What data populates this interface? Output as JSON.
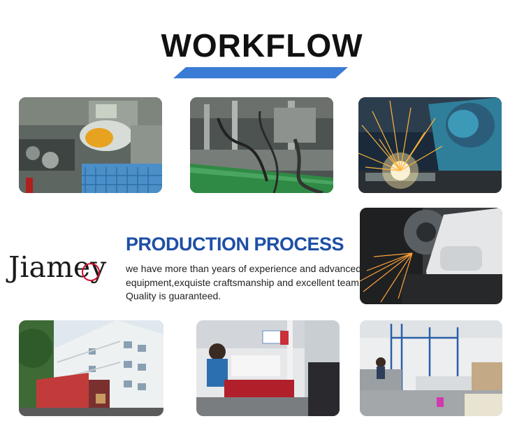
{
  "header": {
    "title": "WORKFLOW",
    "accent_color": "#3a7bd5"
  },
  "brand": {
    "logo_text": "Jiamey",
    "logo_color": "#1a1a1a",
    "logo_accent": "#c8102e"
  },
  "production": {
    "heading": "PRODUCTION PROCESS",
    "heading_color": "#1e4fa6",
    "lines": [
      "we have more than years of experience and advanced",
      "equipment,exquiste craftsmanship and excellent team.",
      "Quality is guaranteed."
    ]
  },
  "photos": [
    {
      "subject": "machining-equipment"
    },
    {
      "subject": "assembly-machine"
    },
    {
      "subject": "welding-worker"
    },
    {
      "subject": "grinding-sparks"
    },
    {
      "subject": "factory-building-with-truck"
    },
    {
      "subject": "sewing-workshop"
    },
    {
      "subject": "warehouse-workshop"
    }
  ]
}
